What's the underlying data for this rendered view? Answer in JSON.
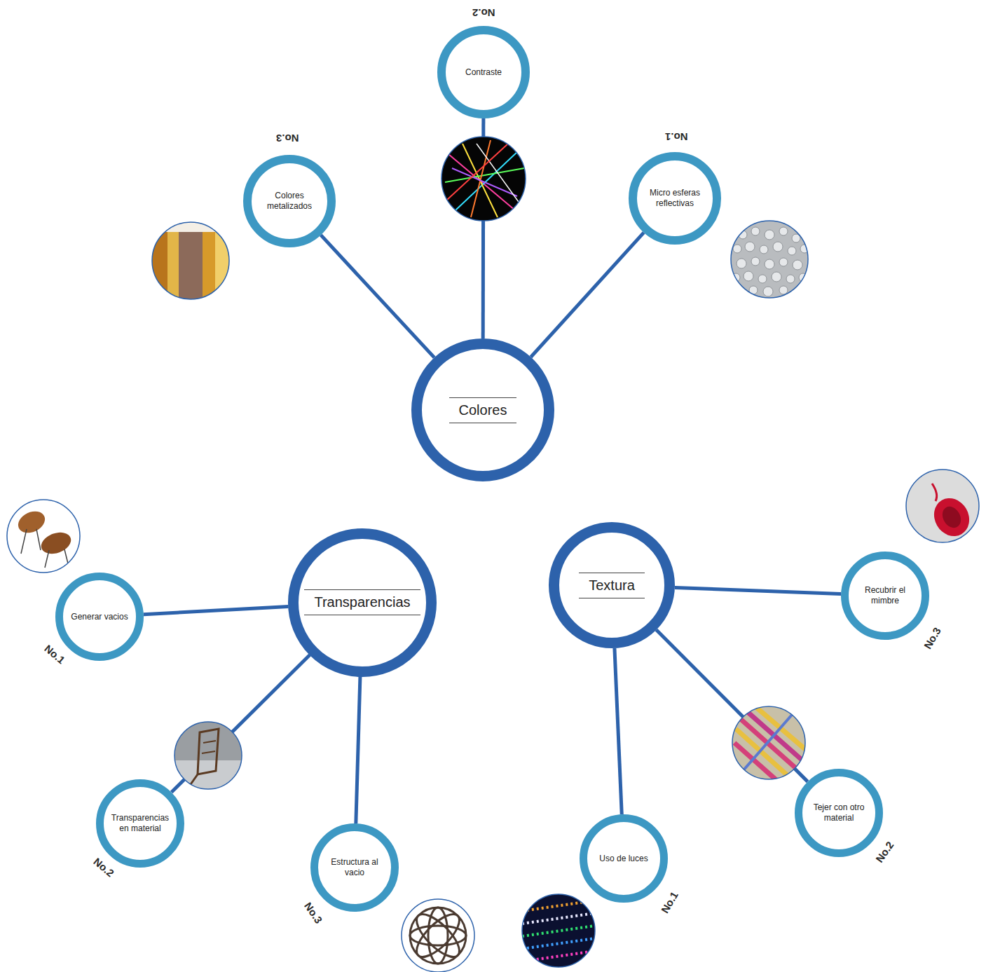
{
  "diagram": {
    "nodes": [
      {
        "text": [
          "Colores"
        ]
      },
      {
        "text": [
          "Colores metalizados"
        ]
      },
      {
        "text": [
          "Contraste"
        ]
      },
      {
        "text": [
          "Micro esferas reflectivas"
        ]
      },
      {
        "text": [
          "Transparencias"
        ]
      },
      {
        "text": [
          "Generar vacios"
        ]
      },
      {
        "text": [
          "Transparencias en material"
        ]
      },
      {
        "text": [
          "Estructura al vacio"
        ]
      },
      {
        "text": [
          "Textura"
        ]
      },
      {
        "text": [
          "Recubrir el mimbre"
        ]
      },
      {
        "text": [
          "Tejer con otro material"
        ]
      },
      {
        "text": [
          "Uso de luces"
        ]
      }
    ],
    "edges": [
      {
        "from": 0,
        "to": 1,
        "arrow": "none"
      },
      {
        "from": 0,
        "to": 2,
        "arrow": "none"
      },
      {
        "from": 0,
        "to": 3,
        "arrow": "none"
      },
      {
        "from": 4,
        "to": 5,
        "arrow": "none"
      },
      {
        "from": 4,
        "to": 6,
        "arrow": "none"
      },
      {
        "from": 4,
        "to": 7,
        "arrow": "none"
      },
      {
        "from": 8,
        "to": 9,
        "arrow": "none"
      },
      {
        "from": 8,
        "to": 10,
        "arrow": "none"
      },
      {
        "from": 8,
        "to": 11,
        "arrow": "none"
      }
    ],
    "labels": [
      "No.3",
      "No.2",
      "No.1",
      "No.1",
      "No.2",
      "No.3",
      "No.3",
      "No.2",
      "No.1"
    ]
  }
}
